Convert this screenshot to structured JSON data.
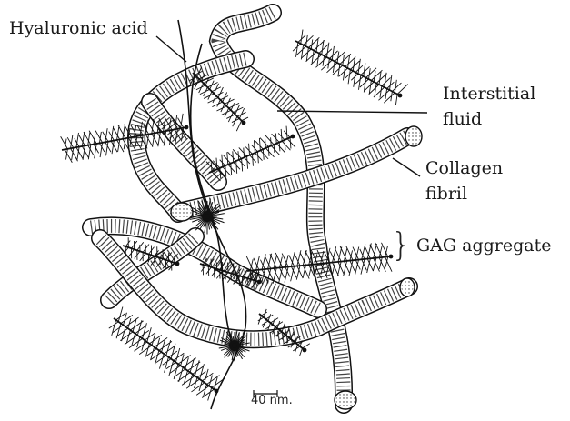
{
  "labels": {
    "hyaluronic_acid": "Hyaluronic acid",
    "interstitial_fluid_line1": "Interstitial",
    "interstitial_fluid_line2": "fluid",
    "collagen_fibril_line1": "Collagen",
    "collagen_fibril_line2": "fibril",
    "gag_aggregate": "GAG aggregate",
    "scale_bar": "40 nm."
  },
  "colors": {
    "ink": "#1a1a1a",
    "background": "#ffffff"
  }
}
